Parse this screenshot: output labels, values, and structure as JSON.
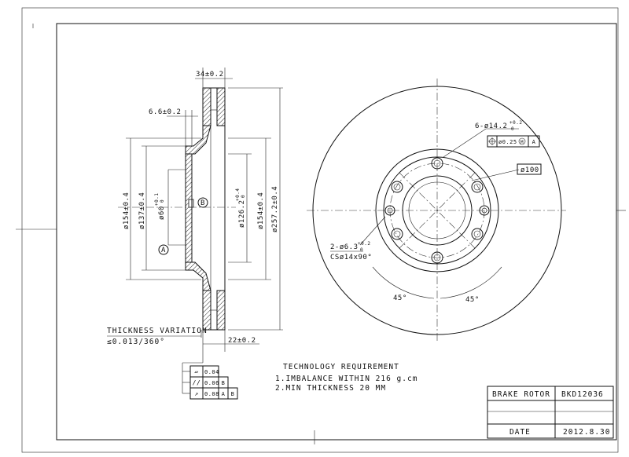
{
  "side_view": {
    "dims": {
      "width_total": "34±0.2",
      "hat_thickness": "6.6±0.2",
      "d154": "ø154±0.4",
      "d137": "ø137±0.4",
      "d60": "ø60",
      "d60_tol": "+0.1",
      "d60_tol2": "0",
      "d126": "ø126.2",
      "d126_tol": "+0.4",
      "d126_tol2": "0",
      "d154_right": "ø154±0.4",
      "d257": "ø257.2±0.4",
      "thickness": "22±0.2"
    },
    "datum_a": "A",
    "datum_b": "B",
    "thickness_variation_label": "THICKNESS VARIATION",
    "thickness_variation_value": "≤0.013/360°"
  },
  "tolerance_frame": {
    "rows": [
      {
        "symbol": "▱",
        "value": "0.04",
        "ref1": "",
        "ref2": ""
      },
      {
        "symbol": "//",
        "value": "0.06",
        "ref1": "B",
        "ref2": ""
      },
      {
        "symbol": "↗",
        "value": "0.08",
        "ref1": "A",
        "ref2": "B"
      }
    ]
  },
  "front_view": {
    "bolt_holes": "6-ø14.2",
    "bolt_holes_tol": "+0.2",
    "bolt_holes_tol2": "0",
    "position_tol": "ø0.25",
    "position_mod": "M",
    "position_ref": "A",
    "center_hole": "ø100",
    "small_holes": "2-ø6.3",
    "small_holes_tol": "+0.2",
    "small_holes_tol2": "0",
    "countersink": "CSø14x90°",
    "angle_left": "45°",
    "angle_right": "45°"
  },
  "requirements": {
    "title": "TECHNOLOGY REQUIREMENT",
    "items": [
      "1.IMBALANCE WITHIN 216 g.cm",
      "2.MIN THICKNESS 20 MM"
    ]
  },
  "title_block": {
    "name_label": "BRAKE ROTOR",
    "part_no": "BKD12036",
    "date_label": "DATE",
    "date_value": "2012.8.30"
  }
}
